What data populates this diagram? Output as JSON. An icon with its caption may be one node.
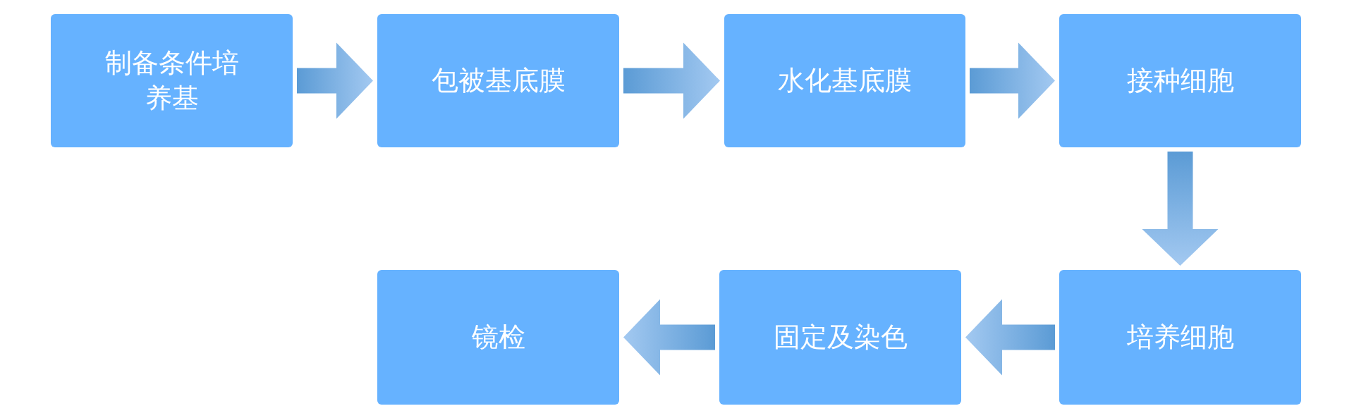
{
  "diagram": {
    "nodes": [
      {
        "text": [
          "制备条件培养基"
        ]
      },
      {
        "text": [
          "包被基底膜"
        ]
      },
      {
        "text": [
          "水化基底膜"
        ]
      },
      {
        "text": [
          "接种细胞"
        ]
      },
      {
        "text": [
          "镜检"
        ]
      },
      {
        "text": [
          "固定及染色"
        ]
      },
      {
        "text": [
          "培养细胞"
        ]
      }
    ],
    "edges": [
      {
        "from": 0,
        "to": 1,
        "arrow": "to"
      },
      {
        "from": 1,
        "to": 2,
        "arrow": "to"
      },
      {
        "from": 2,
        "to": 3,
        "arrow": "to"
      },
      {
        "from": 3,
        "to": 6,
        "arrow": "to"
      },
      {
        "from": 6,
        "to": 5,
        "arrow": "to"
      },
      {
        "from": 5,
        "to": 4,
        "arrow": "to"
      }
    ]
  }
}
